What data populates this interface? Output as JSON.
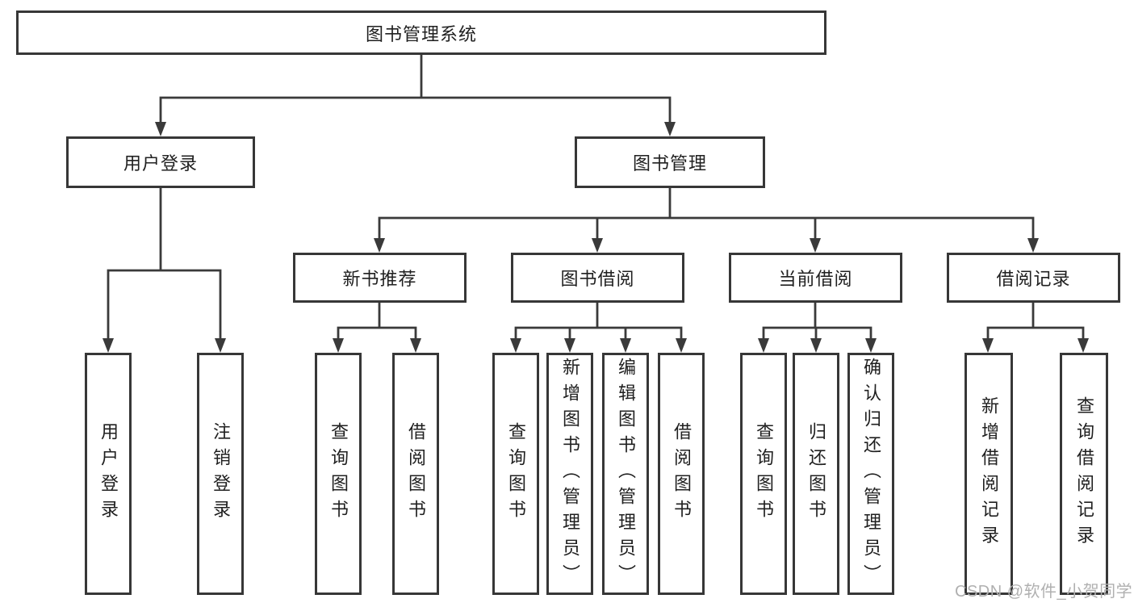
{
  "diagram": {
    "type": "hierarchy-tree",
    "line_color": "#3a3a3a",
    "box_border_color": "#373737",
    "text_color": "#202020",
    "background_color": "#ffffff",
    "root": {
      "label": "图书管理系统"
    },
    "level2": [
      {
        "label": "用户登录"
      },
      {
        "label": "图书管理"
      }
    ],
    "level3": [
      {
        "label": "新书推荐"
      },
      {
        "label": "图书借阅"
      },
      {
        "label": "当前借阅"
      },
      {
        "label": "借阅记录"
      }
    ],
    "leaves": {
      "user_login": [
        "用户登录",
        "注销登录"
      ],
      "new_book_recommend": [
        "查询图书",
        "借阅图书"
      ],
      "book_borrowing": [
        "查询图书",
        "新增图书（管理员）",
        "编辑图书（管理员）",
        "借阅图书"
      ],
      "current_borrowing": [
        "查询图书",
        "归还图书",
        "确认归还（管理员）"
      ],
      "borrowing_records": [
        "新增借阅记录",
        "查询借阅记录"
      ]
    }
  },
  "watermark": {
    "text": "CSDN @软件_小贺同学",
    "color": "#b0b0b0"
  }
}
